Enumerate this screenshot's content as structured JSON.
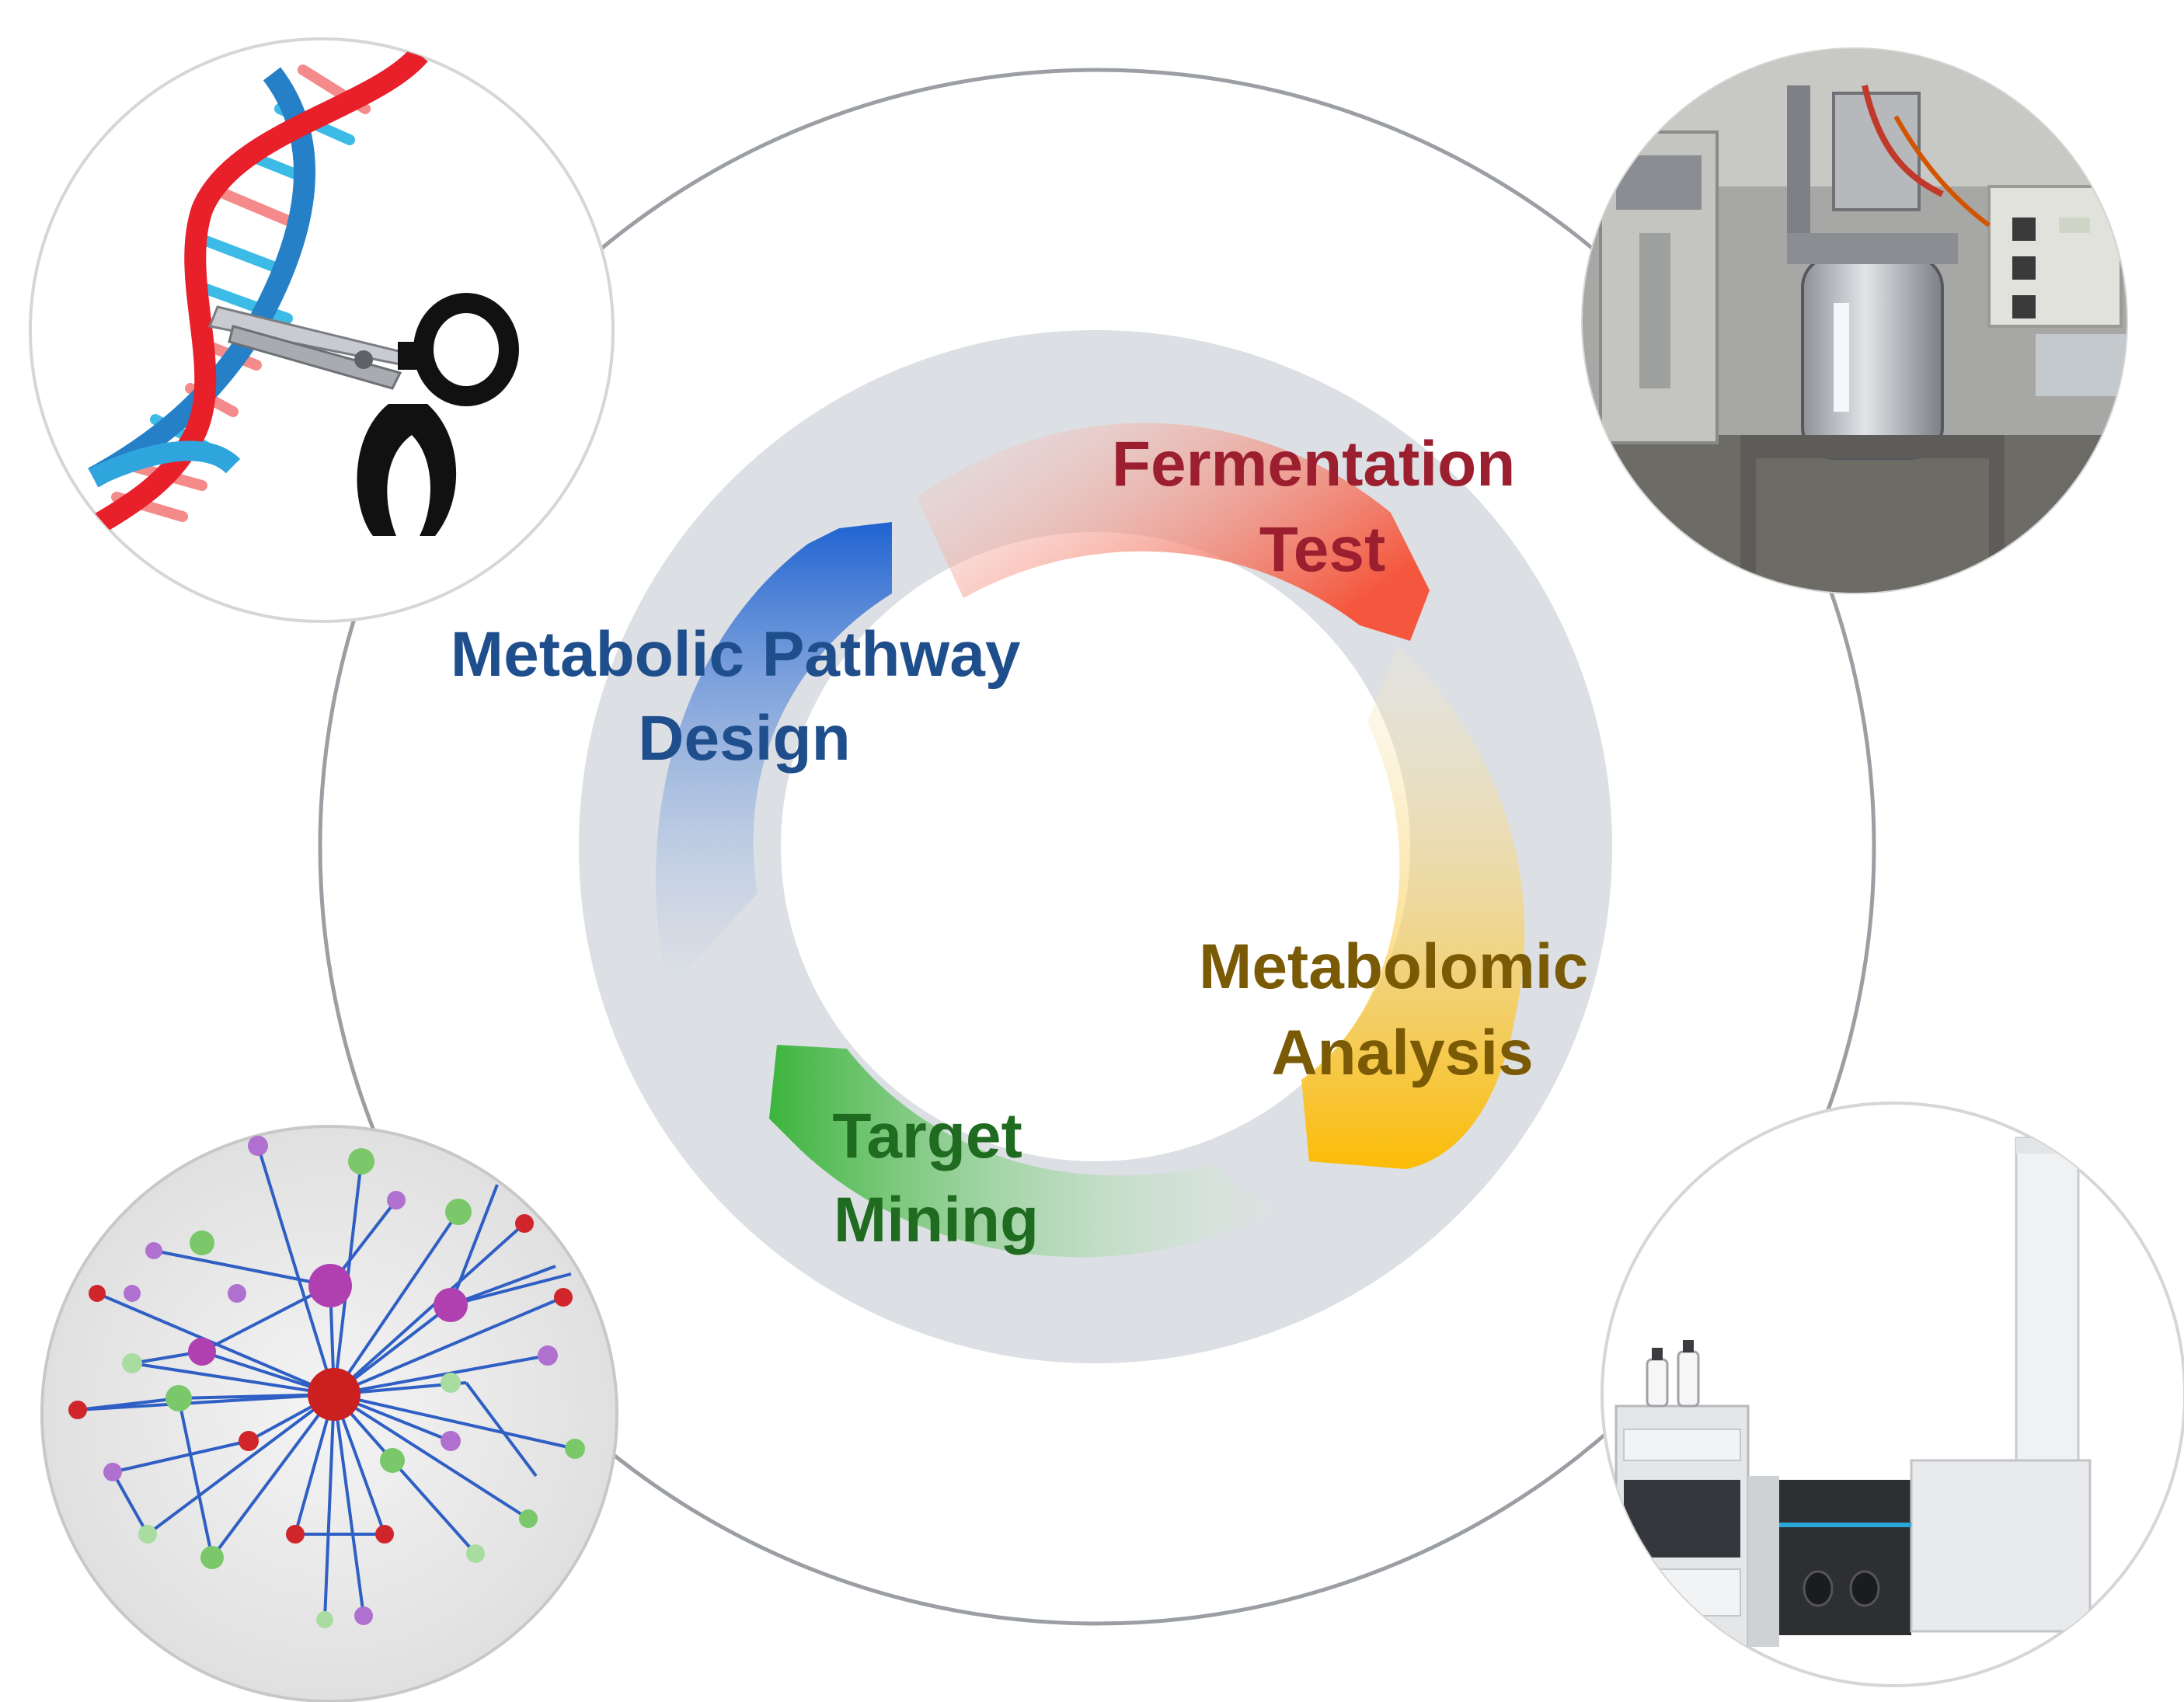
{
  "stages": [
    {
      "id": "design",
      "lines": [
        "Metabolic Pathway",
        "Design"
      ],
      "color": "#1f4e8c",
      "arrow_color": "#2a6fcf"
    },
    {
      "id": "fermentation",
      "lines": [
        "Fermentation",
        "Test"
      ],
      "color": "#9c1f30",
      "arrow_color": "#f2563c"
    },
    {
      "id": "metabolomic",
      "lines": [
        "Metabolomic",
        "Analysis"
      ],
      "color": "#7a5a05",
      "arrow_color": "#fbbd0a"
    },
    {
      "id": "target",
      "lines": [
        "Target",
        "Mining"
      ],
      "color": "#1f6b1f",
      "arrow_color": "#3cb43c"
    }
  ],
  "illustrations": [
    {
      "id": "dna-scissors",
      "icon": "dna-scissors-icon"
    },
    {
      "id": "bioreactor",
      "icon": "bioreactor-icon"
    },
    {
      "id": "network",
      "icon": "network-graph-icon"
    },
    {
      "id": "lc-ms",
      "icon": "mass-spectrometer-icon"
    }
  ],
  "colors": {
    "ring": "#dcdfe3",
    "outer_circle": "#8a8d93",
    "network_hub": "#cc1f1f",
    "network_edge": "#2f5fc4"
  }
}
